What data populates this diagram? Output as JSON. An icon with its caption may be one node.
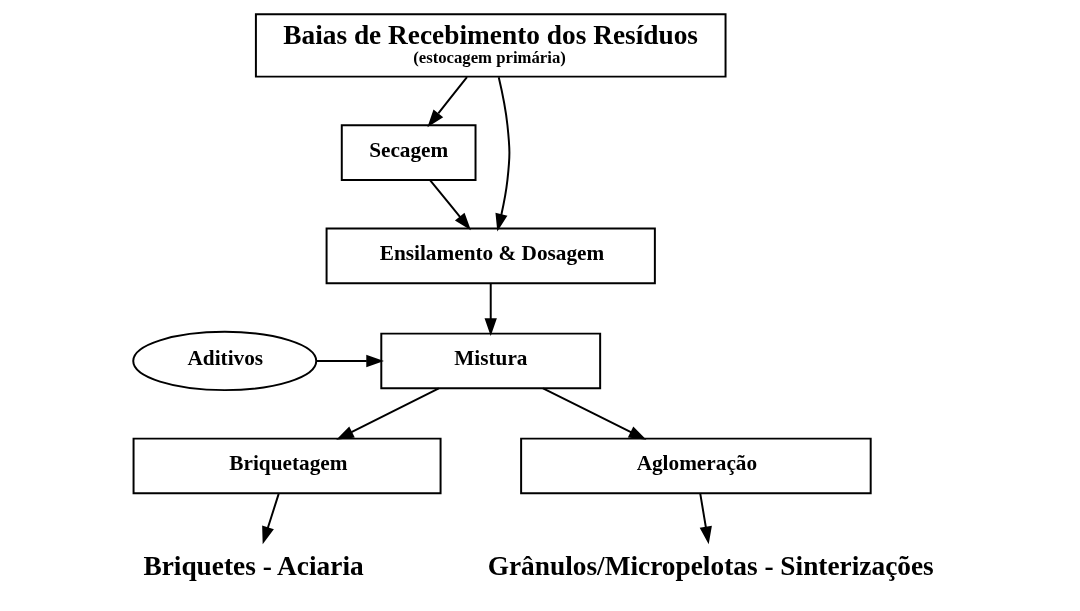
{
  "diagram": {
    "nodes": [
      {
        "text": [
          "Baias de Recebimento dos Resíduos",
          "(estocagem primária)"
        ]
      },
      {
        "text": [
          "Secagem"
        ]
      },
      {
        "text": [
          "Ensilamento & Dosagem"
        ]
      },
      {
        "text": [
          "Aditivos"
        ]
      },
      {
        "text": [
          "Mistura"
        ]
      },
      {
        "text": [
          "Briquetagem"
        ]
      },
      {
        "text": [
          "Aglomeração"
        ]
      },
      {
        "text": [
          "Briquetes - Aciaria"
        ]
      },
      {
        "text": [
          "Grânulos/Micropelotas - Sinterizações"
        ]
      }
    ],
    "edges": [
      {
        "from": 0,
        "to": 1,
        "arrow": "to"
      },
      {
        "from": 0,
        "to": 2,
        "arrow": "to"
      },
      {
        "from": 1,
        "to": 2,
        "arrow": "to"
      },
      {
        "from": 2,
        "to": 4,
        "arrow": "to"
      },
      {
        "from": 3,
        "to": 4,
        "arrow": "to"
      },
      {
        "from": 4,
        "to": 5,
        "arrow": "to"
      },
      {
        "from": 4,
        "to": 6,
        "arrow": "to"
      },
      {
        "from": 5,
        "to": 7,
        "arrow": "to"
      },
      {
        "from": 6,
        "to": 8,
        "arrow": "to"
      }
    ]
  }
}
